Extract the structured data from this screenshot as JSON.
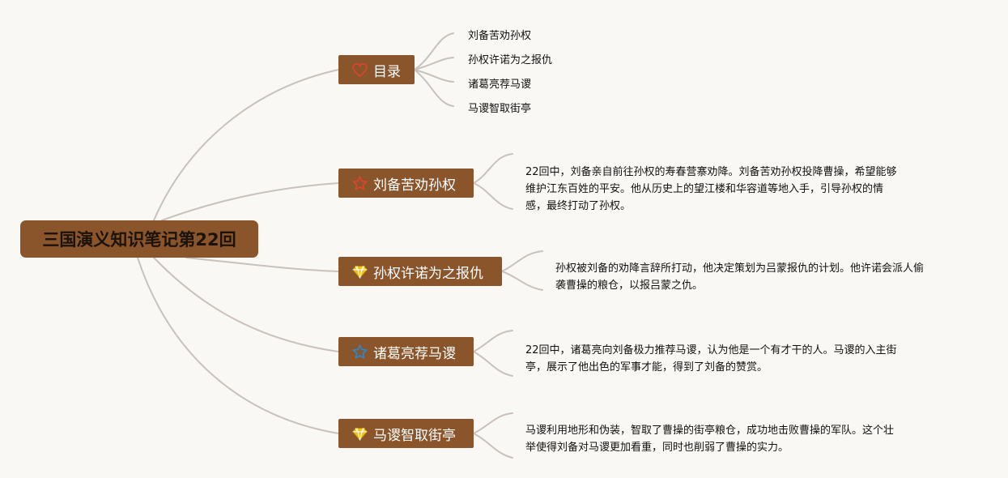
{
  "root": {
    "title": "三国演义知识笔记第22回"
  },
  "colors": {
    "node_fill": "#8a552a",
    "connector": "#c9c1bb",
    "background": "#faf8f4",
    "heart_icon": "#d9452e",
    "star_icon_red": "#d9452e",
    "star_icon_blue": "#2f86c8",
    "diamond_icon": "#f2c20f"
  },
  "topics": [
    {
      "label": "目录",
      "icon": "heart-icon",
      "children": [
        "刘备苦劝孙权",
        "孙权许诺为之报仇",
        "诸葛亮荐马谡",
        "马谡智取街亭"
      ]
    },
    {
      "label": "刘备苦劝孙权",
      "icon": "star-icon",
      "lines": [
        "22回中，刘备亲自前往孙权的寿春营寨劝降。刘备苦劝孙权投降曹操，希望能够",
        "维护江东百姓的平安。他从历史上的望江楼和华容道等地入手，引导孙权的情",
        "感，最终打动了孙权。"
      ]
    },
    {
      "label": "孙权许诺为之报仇",
      "icon": "diamond-icon",
      "lines": [
        "孙权被刘备的劝降言辞所打动，他决定策划为吕蒙报仇的计划。他许诺会派人偷",
        "袭曹操的粮仓，以报吕蒙之仇。"
      ]
    },
    {
      "label": "诸葛亮荐马谡",
      "icon": "star-icon",
      "lines": [
        "22回中，诸葛亮向刘备极力推荐马谡，认为他是一个有才干的人。马谡的入主街",
        "亭，展示了他出色的军事才能，得到了刘备的赞赏。"
      ]
    },
    {
      "label": "马谡智取街亭",
      "icon": "diamond-icon",
      "lines": [
        "马谡利用地形和伪装，智取了曹操的街亭粮仓，成功地击败曹操的军队。这个壮",
        "举使得刘备对马谡更加看重，同时也削弱了曹操的实力。"
      ]
    }
  ]
}
